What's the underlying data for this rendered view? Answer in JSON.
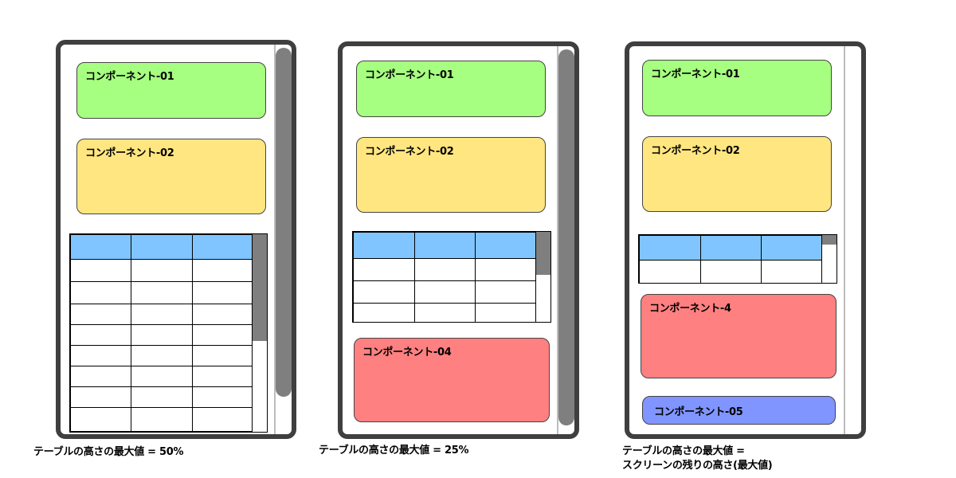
{
  "panels": [
    {
      "components": [
        {
          "label": "コンポーネント-01",
          "color": "#a6ff80"
        },
        {
          "label": "コンポーネント-02",
          "color": "#ffe680"
        }
      ],
      "caption_lines": [
        "テーブルの高さの最大値 = 50%"
      ]
    },
    {
      "components": [
        {
          "label": "コンポーネント-01",
          "color": "#a6ff80"
        },
        {
          "label": "コンポーネント-02",
          "color": "#ffe680"
        },
        {
          "label": "コンポーネント-04",
          "color": "#ff8080"
        }
      ],
      "caption_lines": [
        "テーブルの高さの最大値 = 25%"
      ]
    },
    {
      "components": [
        {
          "label": "コンポーネント-01",
          "color": "#a6ff80"
        },
        {
          "label": "コンポーネント-02",
          "color": "#ffe680"
        },
        {
          "label": "コンポーネント-4",
          "color": "#ff8080"
        },
        {
          "label": "コンポーネント-05",
          "color": "#8095ff"
        }
      ],
      "caption_lines": [
        "テーブルの高さの最大値 =",
        "スクリーンの残りの高さ(最大値)"
      ]
    }
  ],
  "colors": {
    "frame": "#3f3f3f",
    "scrollbar": "#7f7f7f",
    "table_header": "#80c5ff"
  }
}
